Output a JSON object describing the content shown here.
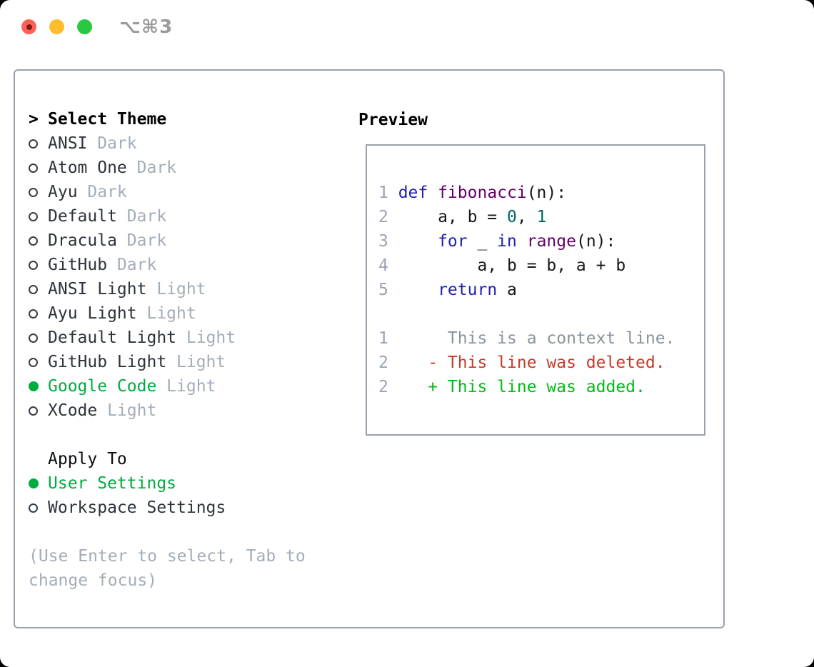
{
  "window": {
    "shortcut": "⌥⌘3"
  },
  "theme_selector": {
    "prompt": ">",
    "title": "Select Theme",
    "items": [
      {
        "name": "ANSI",
        "variant": "Dark",
        "selected": false
      },
      {
        "name": "Atom One",
        "variant": "Dark",
        "selected": false
      },
      {
        "name": "Ayu",
        "variant": "Dark",
        "selected": false
      },
      {
        "name": "Default",
        "variant": "Dark",
        "selected": false
      },
      {
        "name": "Dracula",
        "variant": "Dark",
        "selected": false
      },
      {
        "name": "GitHub",
        "variant": "Dark",
        "selected": false
      },
      {
        "name": "ANSI Light",
        "variant": "Light",
        "selected": false
      },
      {
        "name": "Ayu Light",
        "variant": "Light",
        "selected": false
      },
      {
        "name": "Default Light",
        "variant": "Light",
        "selected": false
      },
      {
        "name": "GitHub Light",
        "variant": "Light",
        "selected": false
      },
      {
        "name": "Google Code",
        "variant": "Light",
        "selected": true
      },
      {
        "name": "XCode",
        "variant": "Light",
        "selected": false
      }
    ]
  },
  "apply_to": {
    "title": "Apply To",
    "options": [
      {
        "label": "User Settings",
        "selected": true
      },
      {
        "label": "Workspace Settings",
        "selected": false
      }
    ]
  },
  "hint": {
    "lines": [
      "(Use Enter to select, Tab to",
      "change focus)"
    ]
  },
  "preview": {
    "title": "Preview",
    "lines": [
      {
        "num": "1",
        "tokens": [
          {
            "t": "def ",
            "c": "kw"
          },
          {
            "t": "fibonacci",
            "c": "fn"
          },
          {
            "t": "(n):",
            "c": "pl"
          }
        ]
      },
      {
        "num": "2",
        "tokens": [
          {
            "t": "    a, b = ",
            "c": "pl"
          },
          {
            "t": "0",
            "c": "lit"
          },
          {
            "t": ", ",
            "c": "pl"
          },
          {
            "t": "1",
            "c": "lit"
          }
        ]
      },
      {
        "num": "3",
        "tokens": [
          {
            "t": "    ",
            "c": "pl"
          },
          {
            "t": "for",
            "c": "kw"
          },
          {
            "t": " _ ",
            "c": "pl"
          },
          {
            "t": "in",
            "c": "kw"
          },
          {
            "t": " ",
            "c": "pl"
          },
          {
            "t": "range",
            "c": "fn"
          },
          {
            "t": "(n):",
            "c": "pl"
          }
        ]
      },
      {
        "num": "4",
        "tokens": [
          {
            "t": "        a, b = b, a + b",
            "c": "pl"
          }
        ]
      },
      {
        "num": "5",
        "tokens": [
          {
            "t": "    ",
            "c": "pl"
          },
          {
            "t": "return",
            "c": "kw"
          },
          {
            "t": " a",
            "c": "pl"
          }
        ]
      },
      {
        "num": "",
        "tokens": []
      },
      {
        "num": "1",
        "tokens": [
          {
            "t": "     This is a context line.",
            "c": "ctx"
          }
        ]
      },
      {
        "num": "2",
        "tokens": [
          {
            "t": "   ",
            "c": "pl"
          },
          {
            "t": "- This line was deleted.",
            "c": "del"
          }
        ]
      },
      {
        "num": "2",
        "tokens": [
          {
            "t": "   ",
            "c": "pl"
          },
          {
            "t": "+ This line was added.",
            "c": "add"
          }
        ]
      }
    ]
  },
  "colors": {
    "accent_green": "#00ab3f",
    "added_green": "#00bd13",
    "deleted_red": "#c53b2a",
    "keyword_blue": "#2222aa",
    "function_purple": "#660066",
    "literal_teal": "#006666",
    "code_plain": "#15181b",
    "text_dark": "#2d333b",
    "muted_gray": "#a3adb8",
    "line_number_gray": "#9aa5b1",
    "context_gray": "#8a939d",
    "border_gray": "#98a1ac",
    "traffic_red": "#ff5f57",
    "traffic_yellow": "#febc2e",
    "traffic_green": "#28c840",
    "shortcut_gray": "#9b9b9b"
  }
}
